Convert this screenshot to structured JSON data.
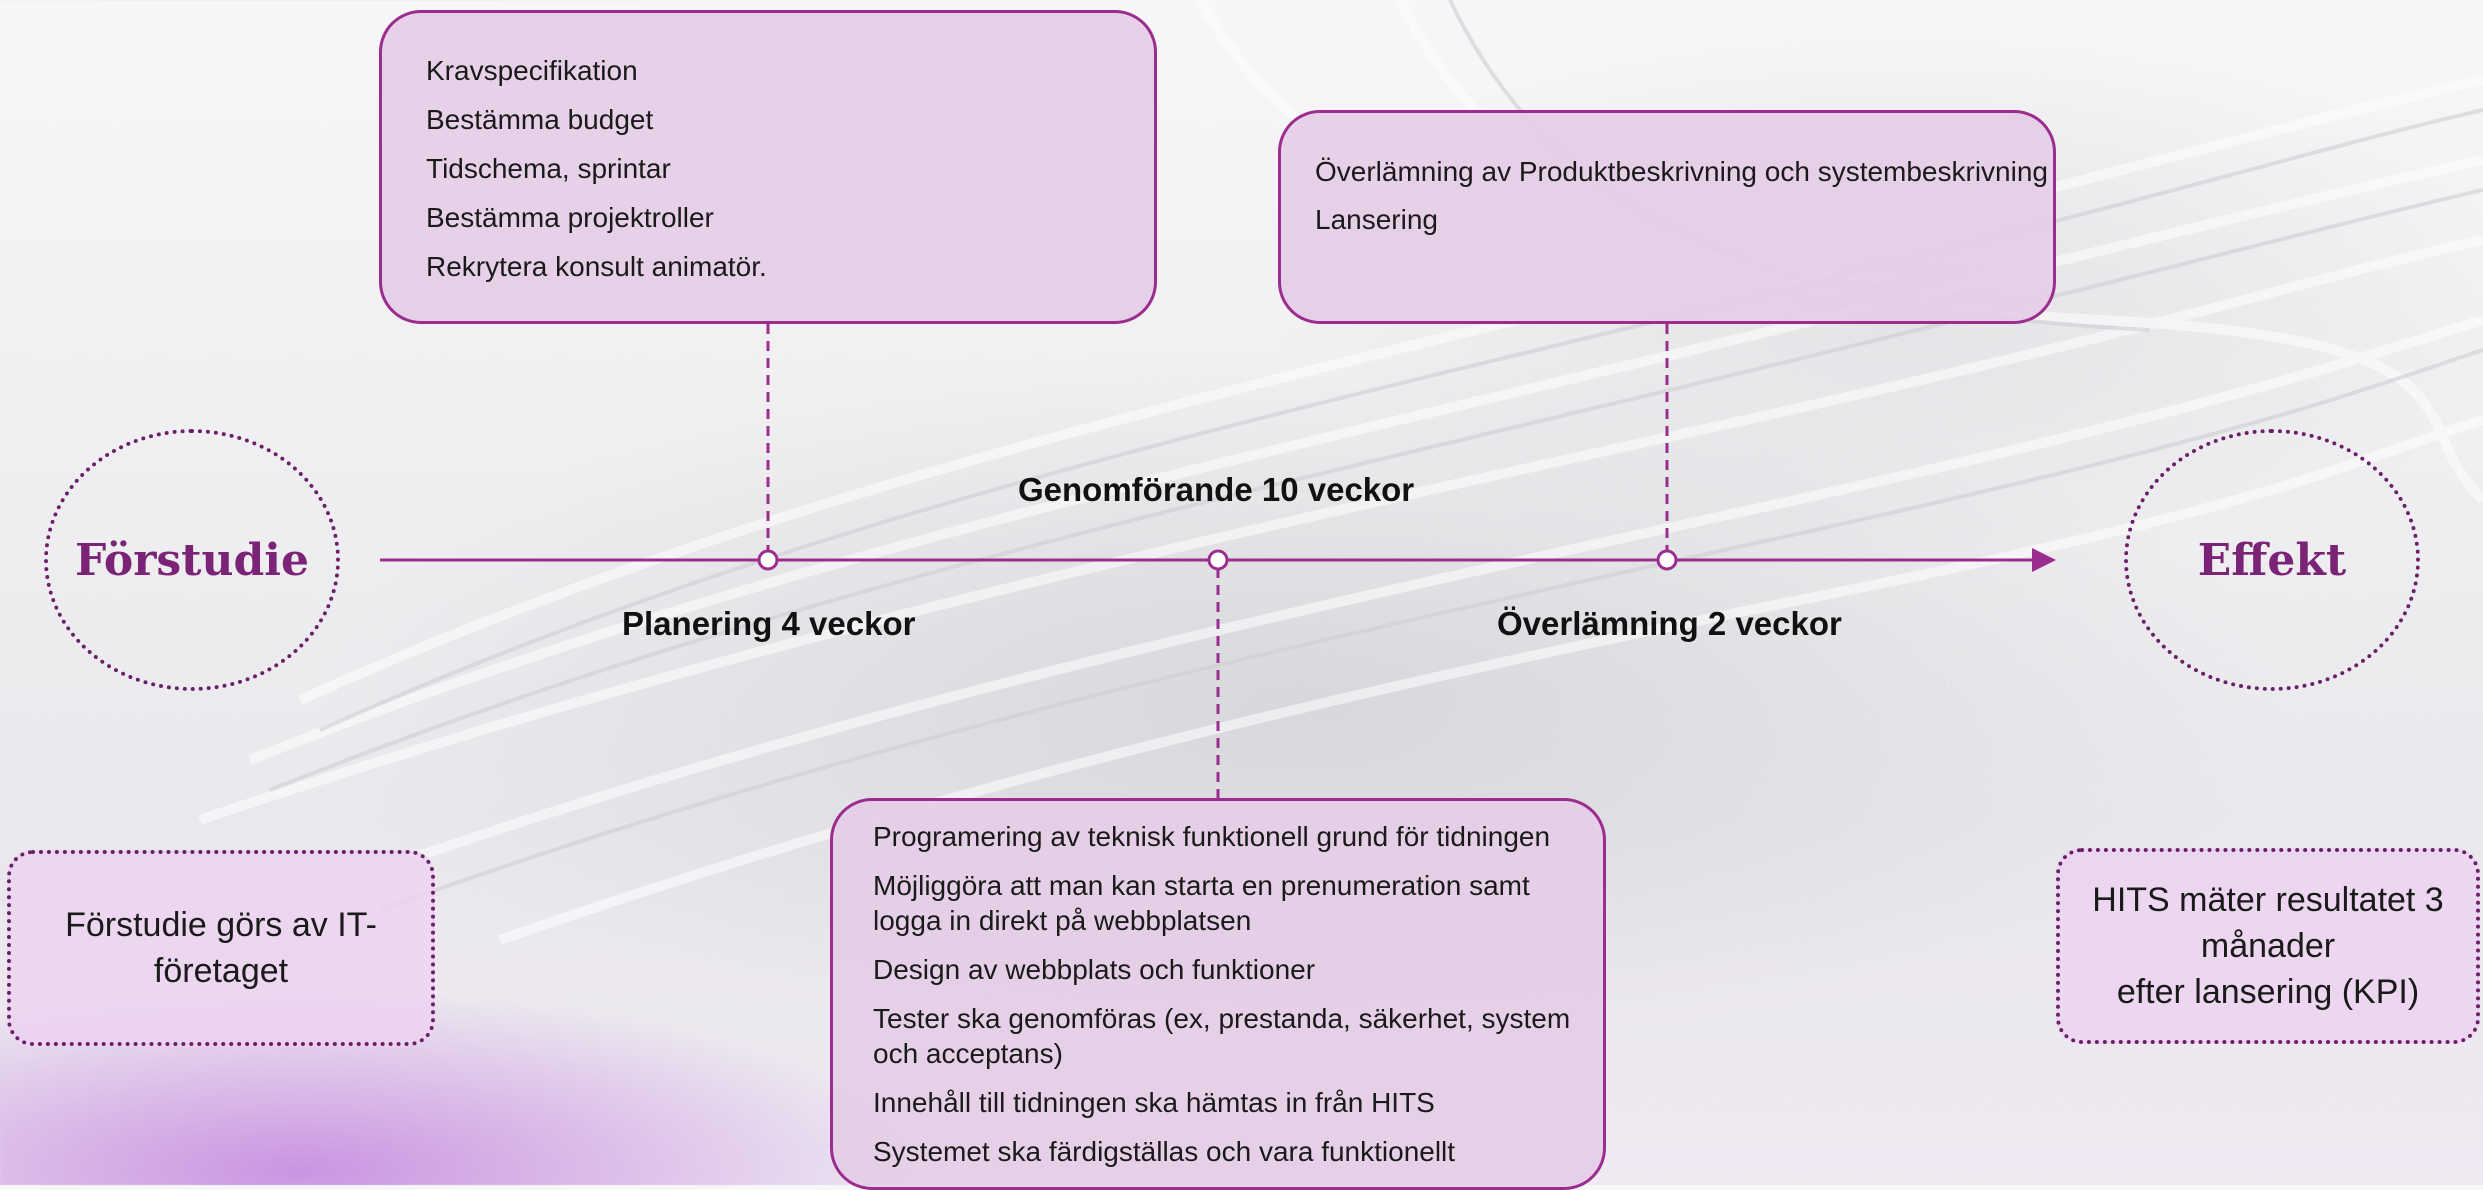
{
  "colors": {
    "accent": "#9b2d8e",
    "dotted_border": "#6b1f6a",
    "box_fill": "#e4cee6",
    "title_text": "#7b2377"
  },
  "start": {
    "title": "Förstudie",
    "note": "Förstudie görs av IT-\nföretaget"
  },
  "end": {
    "title": "Effekt",
    "note": "HITS mäter resultatet 3\nmånader\nefter lansering (KPI)"
  },
  "phases": {
    "planering": {
      "label": "Planering 4 veckor",
      "items": [
        "Kravspecifikation",
        "Bestämma budget",
        "Tidschema, sprintar",
        "Bestämma projektroller",
        "Rekrytera konsult animatör."
      ]
    },
    "genomforande": {
      "label": "Genomförande 10 veckor",
      "items": [
        "Programering av teknisk funktionell grund för tidningen",
        "Möjliggöra att man kan starta en prenumeration samt logga in direkt på webbplatsen",
        " Design av webbplats och funktioner",
        " Tester ska genomföras (ex, prestanda, säkerhet, system och acceptans)",
        " Innehåll till tidningen ska hämtas in från HITS",
        " Systemet ska färdigställas och vara funktionellt"
      ]
    },
    "overlamning": {
      "label": "Överlämning 2 veckor",
      "items": [
        "Överlämning av Produktbeskrivning och systembeskrivning",
        "Lansering"
      ]
    }
  }
}
